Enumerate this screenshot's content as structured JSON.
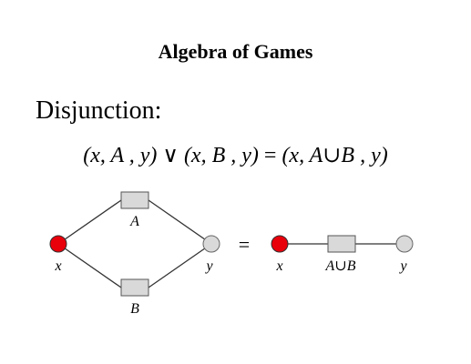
{
  "title": "Algebra of Games",
  "heading": "Disjunction:",
  "formula": {
    "lhs_a": "(x, A , y)",
    "or_symbol": "∨",
    "lhs_b": "(x, B , y)",
    "equals": "=",
    "rhs": "(x, A∪B , y)"
  },
  "diagram": {
    "left": {
      "start_label": "x",
      "end_label": "y",
      "top_game_label": "A",
      "bottom_game_label": "B"
    },
    "equals": "=",
    "right": {
      "start_label": "x",
      "game_label": "A∪B",
      "end_label": "y"
    }
  },
  "colors": {
    "start_node": "#e8000b",
    "end_node": "#d9d9d9",
    "game_box": "#d9d9d9",
    "edge": "#333333"
  }
}
